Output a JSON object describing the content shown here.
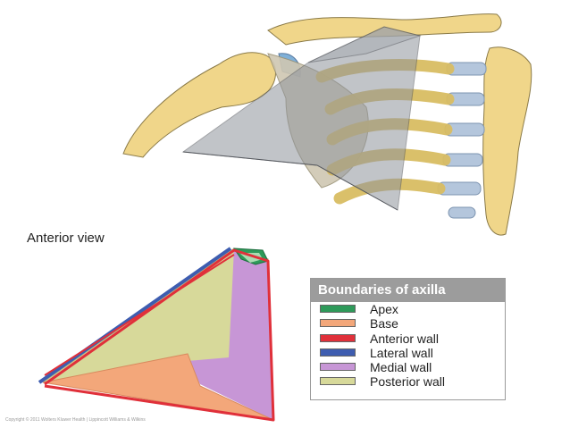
{
  "view_label": "Anterior view",
  "legend": {
    "title": "Boundaries of axilla",
    "items": [
      {
        "label": "Apex",
        "color": "#2e9a5a"
      },
      {
        "label": "Base",
        "color": "#f3a77a"
      },
      {
        "label": "Anterior wall",
        "color": "#e0303a"
      },
      {
        "label": "Lateral wall",
        "color": "#3e5db0"
      },
      {
        "label": "Medial wall",
        "color": "#c796d6"
      },
      {
        "label": "Posterior wall",
        "color": "#d7d99a"
      }
    ]
  },
  "copyright": "Copyright © 2011 Wolters Kluwer Health | Lippincott Williams & Wilkins"
}
